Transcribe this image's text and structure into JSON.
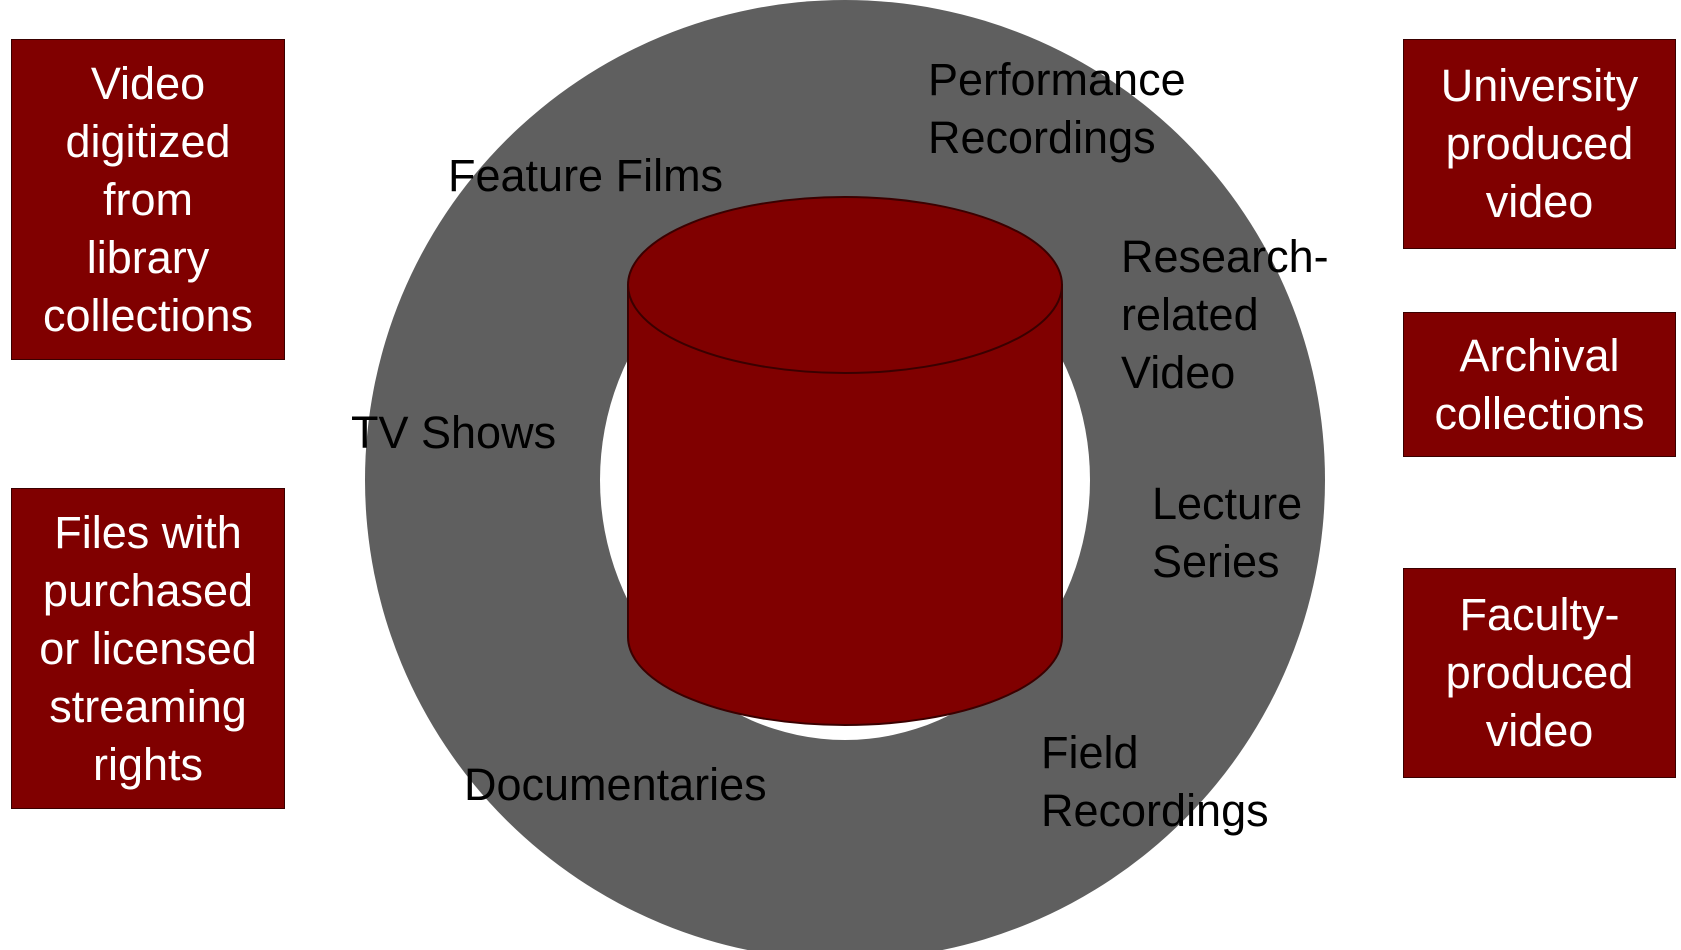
{
  "colors": {
    "ring": "#5f5f5f",
    "center_hole": "#ffffff",
    "cylinder": "#800000",
    "cylinder_outline": "#3a0000",
    "box_fill": "#800000",
    "box_text": "#ffffff",
    "label_text": "#000000"
  },
  "left_sources": [
    {
      "id": "library",
      "lines": [
        "Video",
        "digitized",
        "from",
        "library",
        "collections"
      ]
    },
    {
      "id": "licensed",
      "lines": [
        "Files with",
        "purchased",
        "or licensed",
        "streaming",
        "rights"
      ]
    }
  ],
  "right_sources": [
    {
      "id": "university",
      "lines": [
        "University",
        "produced",
        "video"
      ]
    },
    {
      "id": "archival",
      "lines": [
        "Archival",
        "collections"
      ]
    },
    {
      "id": "faculty",
      "lines": [
        "Faculty-",
        "produced",
        "video"
      ]
    }
  ],
  "ring_labels": [
    {
      "id": "feature-films",
      "lines": [
        "Feature Films"
      ]
    },
    {
      "id": "performance",
      "lines": [
        "Performance",
        "Recordings"
      ]
    },
    {
      "id": "research",
      "lines": [
        "Research-",
        "related",
        "Video"
      ]
    },
    {
      "id": "tv-shows",
      "lines": [
        "TV Shows"
      ]
    },
    {
      "id": "lecture",
      "lines": [
        "Lecture",
        "Series"
      ]
    },
    {
      "id": "documentaries",
      "lines": [
        "Documentaries"
      ]
    },
    {
      "id": "field",
      "lines": [
        "Field",
        "Recordings"
      ]
    }
  ]
}
